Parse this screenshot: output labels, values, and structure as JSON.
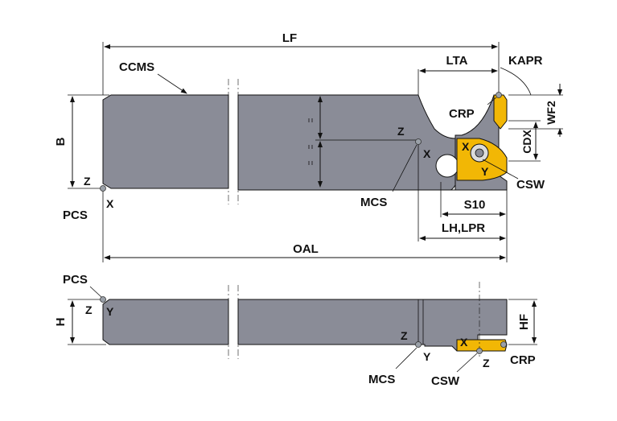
{
  "colors": {
    "holder_body": "#8a8c97",
    "insert": "#f2b705",
    "lines": "#111111",
    "background": "#ffffff"
  },
  "top_view": {
    "dimensions": {
      "lf": "LF",
      "lta": "LTA",
      "kapr": "KAPR",
      "b": "B",
      "wf2": "WF2",
      "cdx": "CDX",
      "s10": "S10",
      "lh_lpr": "LH,LPR",
      "oal": "OAL"
    },
    "callouts": {
      "ccms": "CCMS",
      "crp": "CRP",
      "mcs": "MCS",
      "csw": "CSW",
      "pcs": "PCS"
    },
    "axes": {
      "pcs_z": "Z",
      "pcs_x": "X",
      "mcs_z": "Z",
      "mcs_x": "X",
      "csw_x": "X",
      "csw_y": "Y"
    }
  },
  "side_view": {
    "dimensions": {
      "h": "H",
      "hf": "HF"
    },
    "callouts": {
      "pcs": "PCS",
      "mcs": "MCS",
      "csw": "CSW",
      "crp": "CRP"
    },
    "axes": {
      "pcs_z": "Z",
      "pcs_y": "Y",
      "mcs_z": "Z",
      "mcs_y": "Y",
      "csw_x": "X",
      "csw_z": "Z"
    }
  }
}
